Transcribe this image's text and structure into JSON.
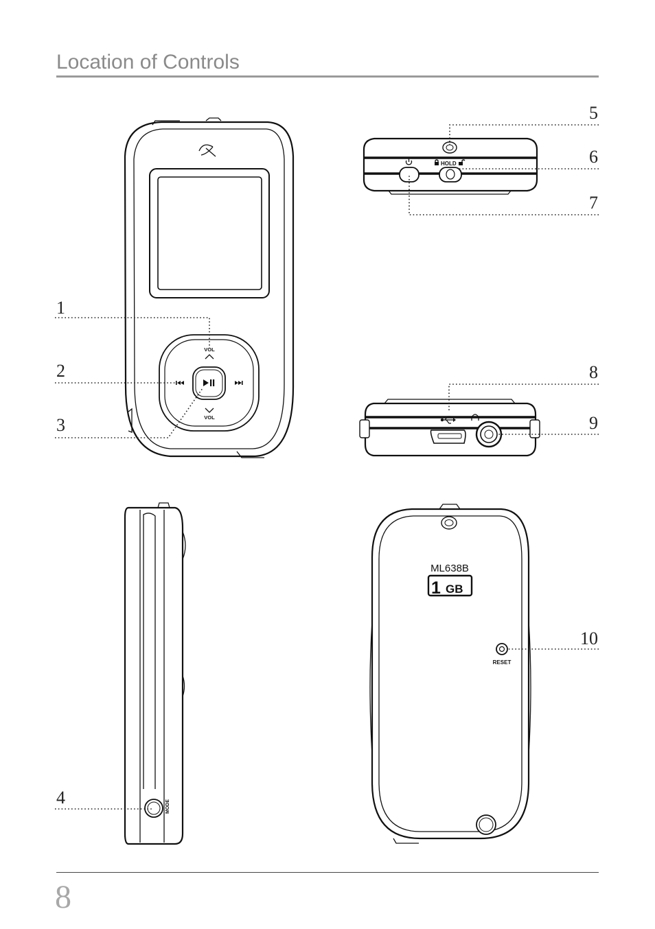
{
  "page": {
    "title": "Location of Controls",
    "page_number": "8"
  },
  "callouts": [
    "1",
    "2",
    "3",
    "4",
    "5",
    "6",
    "7",
    "8",
    "9",
    "10"
  ],
  "device_labels": {
    "vol_up": "VOL",
    "vol_down": "VOL",
    "hold": "HOLD",
    "mode": "MODE",
    "model": "ML638B",
    "capacity_number": "1",
    "capacity_unit": "GB",
    "reset": "RESET"
  },
  "icons": [
    "brand-logo-icon",
    "volume-up-icon",
    "volume-down-icon",
    "previous-track-icon",
    "play-pause-icon",
    "next-track-icon",
    "power-icon",
    "lock-icon",
    "unlock-icon",
    "usb-icon",
    "headphone-icon"
  ],
  "colors": {
    "line": "#111111",
    "title": "#8a8a8a",
    "page_number": "#a8a8a8"
  }
}
